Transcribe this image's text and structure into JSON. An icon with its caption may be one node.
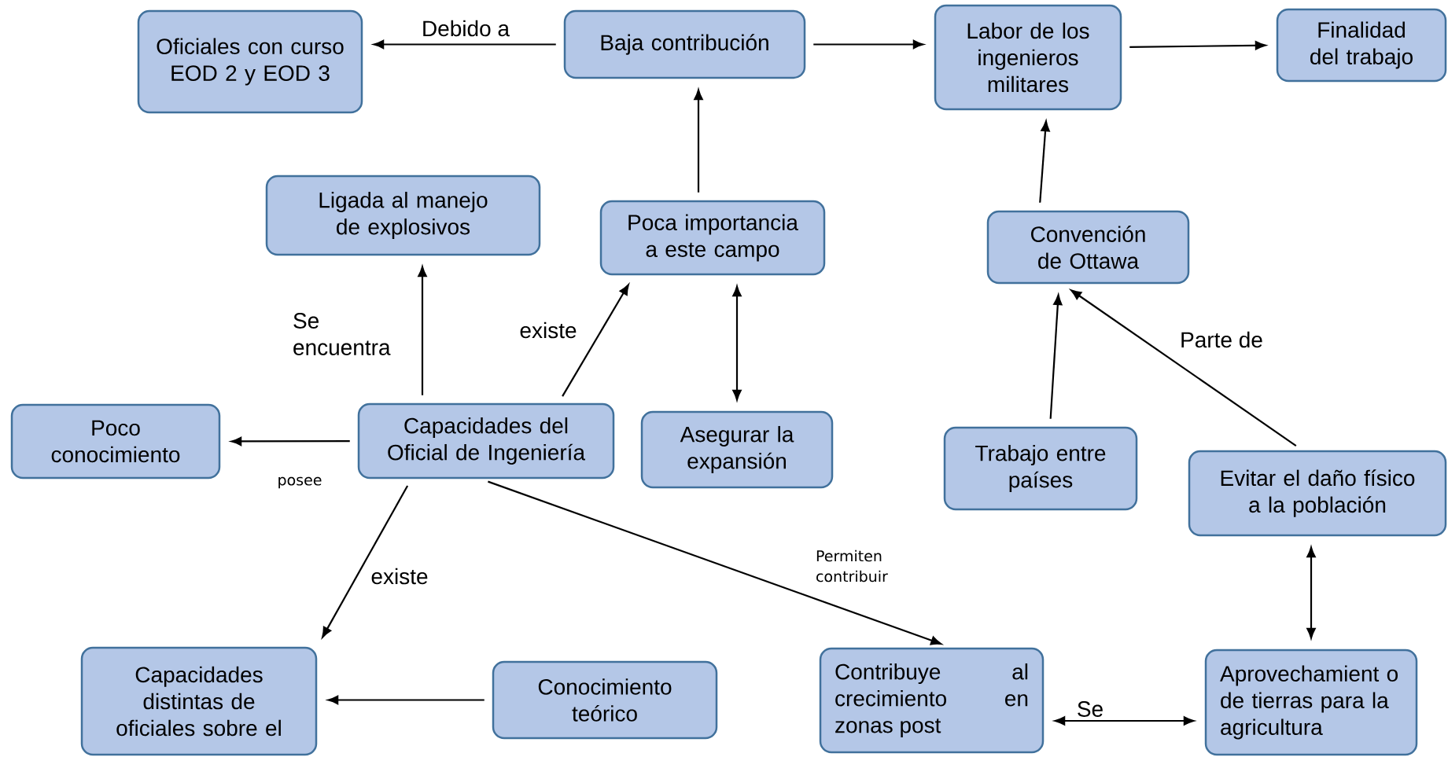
{
  "diagram": {
    "nodes": [
      {
        "text": [
          "Oficiales con curso EOD 2 y EOD 3"
        ]
      },
      {
        "text": [
          "Baja contribución"
        ]
      },
      {
        "text": [
          "Labor de los ingenieros militares"
        ]
      },
      {
        "text": [
          "Finalidad del trabajo"
        ]
      },
      {
        "text": [
          "Ligada al manejo de explosivos"
        ]
      },
      {
        "text": [
          "Poca importancia a este campo"
        ]
      },
      {
        "text": [
          "Convención de Ottawa"
        ]
      },
      {
        "text": [
          "Poco conocimiento"
        ]
      },
      {
        "text": [
          "Capacidades del Oficial de Ingeniería"
        ]
      },
      {
        "text": [
          "Asegurar la expansión"
        ]
      },
      {
        "text": [
          "Trabajo entre países"
        ]
      },
      {
        "text": [
          "Evitar el daño físico a la población"
        ]
      },
      {
        "text": [
          "Capacidades distintas de oficiales sobre el"
        ]
      },
      {
        "text": [
          "Conocimiento teórico"
        ]
      },
      {
        "text": [
          "Contribuye al crecimiento en zonas post"
        ]
      },
      {
        "text": [
          "Aprovechamient o de tierras para la agricultura"
        ]
      }
    ],
    "edges": [
      {
        "from": 1,
        "to": 0,
        "arrow": "to",
        "label": "Debido a"
      },
      {
        "from": 1,
        "to": 2,
        "arrow": "to"
      },
      {
        "from": 2,
        "to": 3,
        "arrow": "to"
      },
      {
        "from": 5,
        "to": 1,
        "arrow": "to"
      },
      {
        "from": 8,
        "to": 4,
        "arrow": "to",
        "label": "Se encuentra"
      },
      {
        "from": 8,
        "to": 5,
        "arrow": "to",
        "label": "existe"
      },
      {
        "from": 5,
        "to": 9,
        "arrow": "both"
      },
      {
        "from": 6,
        "to": 2,
        "arrow": "to"
      },
      {
        "from": 10,
        "to": 6,
        "arrow": "to"
      },
      {
        "from": 11,
        "to": 6,
        "arrow": "to",
        "label": "Parte de"
      },
      {
        "from": 8,
        "to": 7,
        "arrow": "to",
        "label": "posee"
      },
      {
        "from": 8,
        "to": 12,
        "arrow": "to",
        "label": "existe"
      },
      {
        "from": 8,
        "to": 14,
        "arrow": "to",
        "label": "Permiten contribuir"
      },
      {
        "from": 13,
        "to": 12,
        "arrow": "to"
      },
      {
        "from": 14,
        "to": 15,
        "arrow": "both",
        "label": "Se"
      },
      {
        "from": 11,
        "to": 15,
        "arrow": "both"
      }
    ]
  }
}
